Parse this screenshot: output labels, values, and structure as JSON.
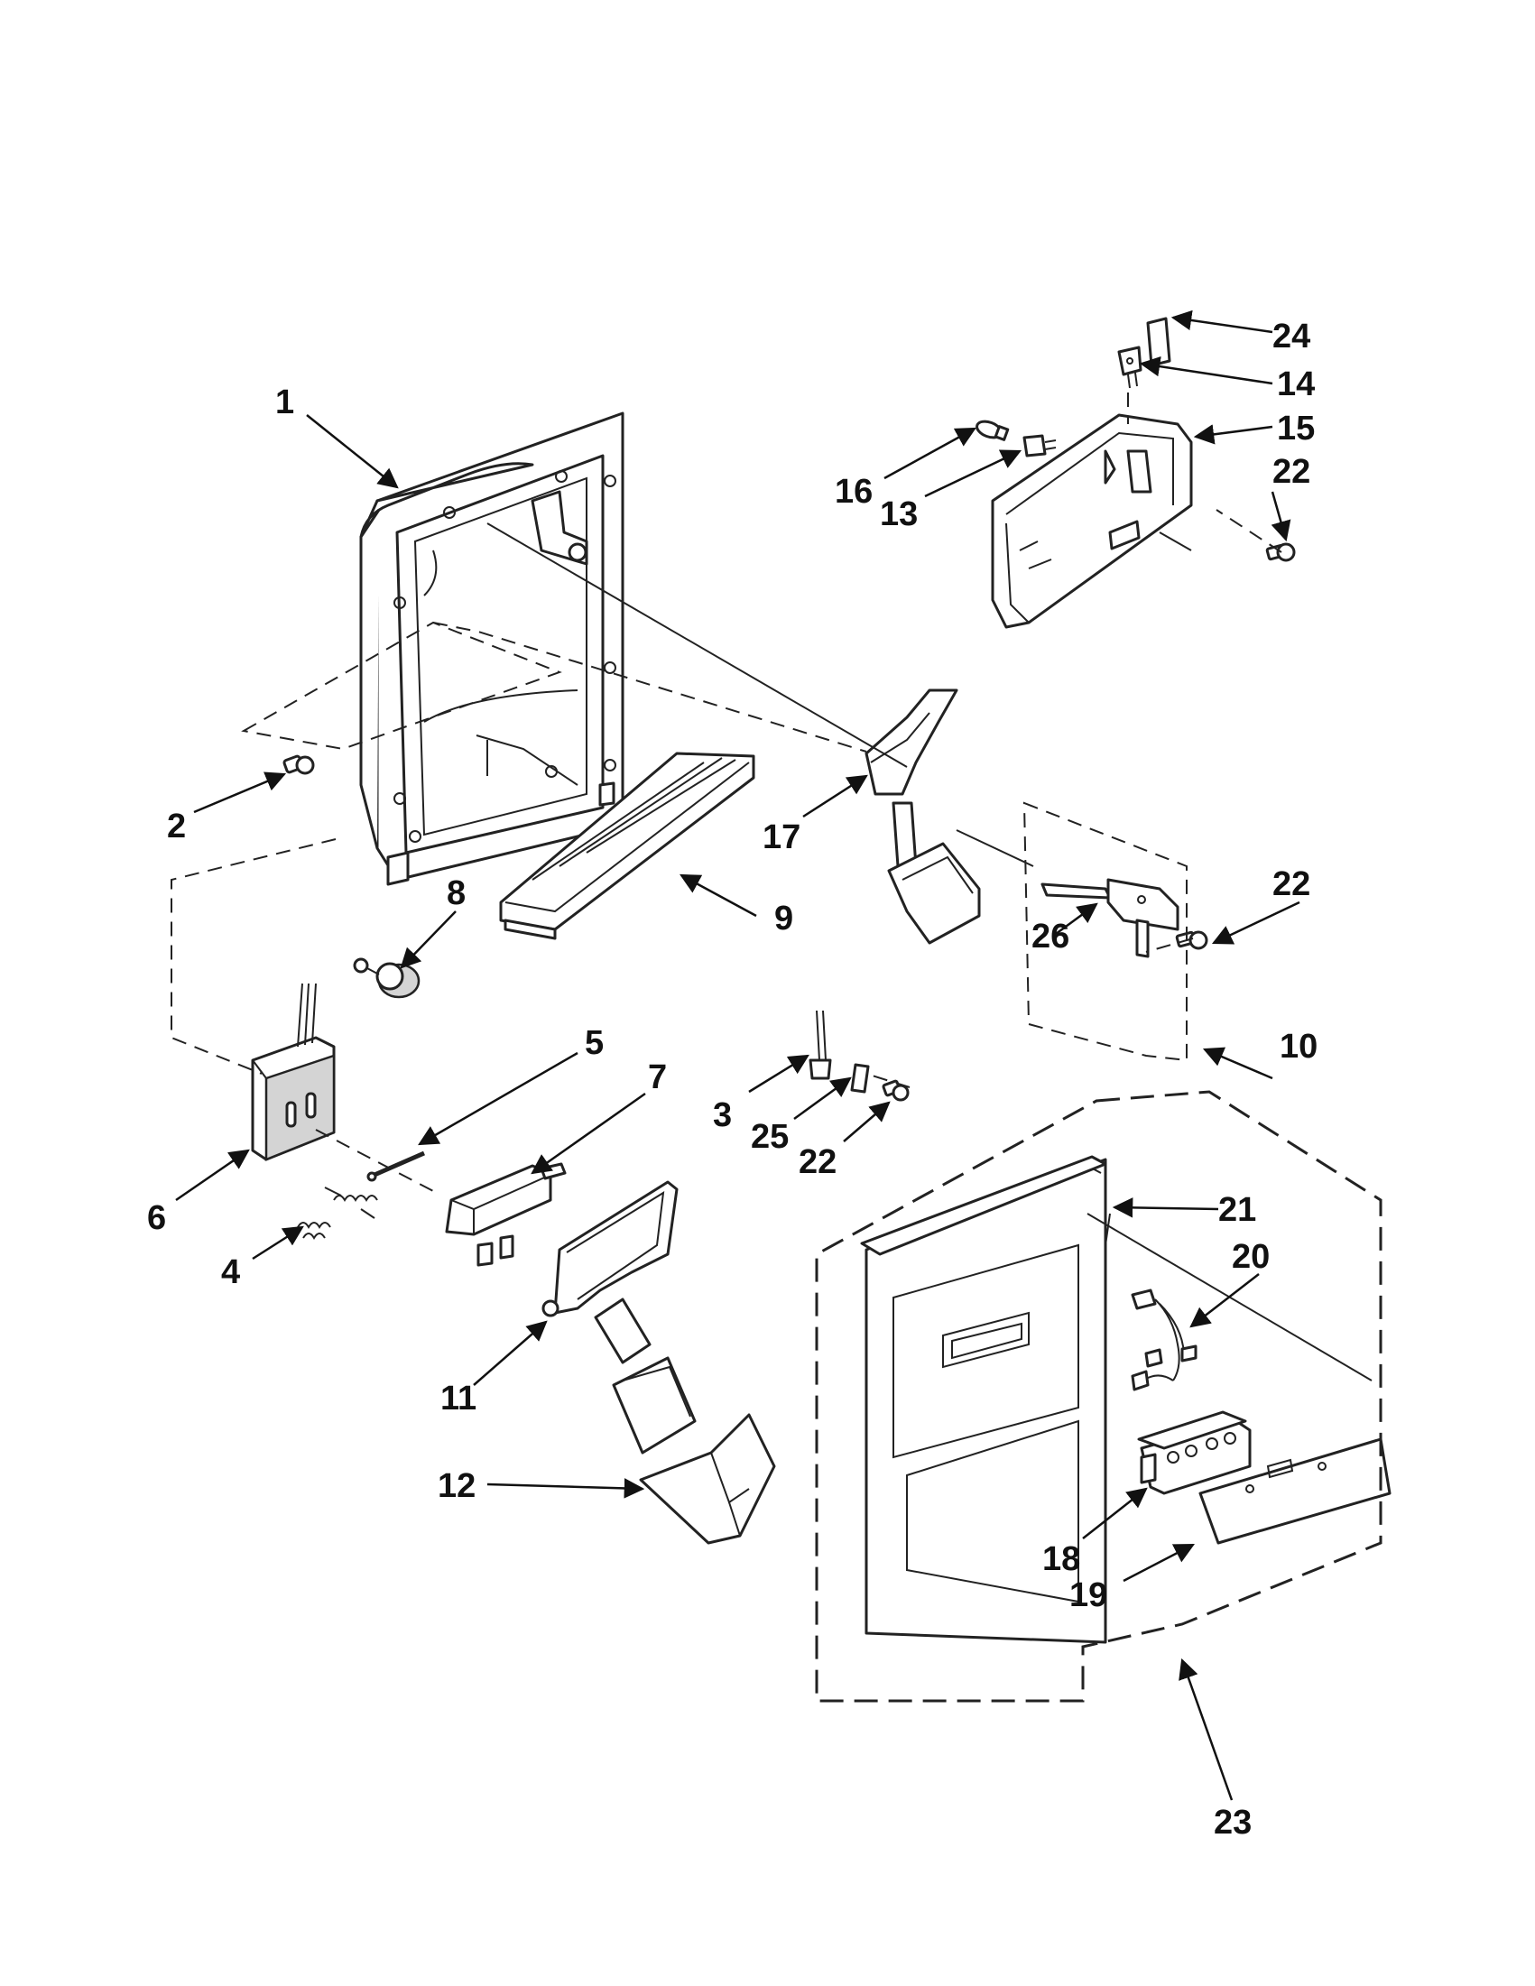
{
  "diagram": {
    "callouts": [
      {
        "id": "1",
        "label": "1"
      },
      {
        "id": "2",
        "label": "2"
      },
      {
        "id": "3",
        "label": "3"
      },
      {
        "id": "4",
        "label": "4"
      },
      {
        "id": "5",
        "label": "5"
      },
      {
        "id": "6",
        "label": "6"
      },
      {
        "id": "7",
        "label": "7"
      },
      {
        "id": "8",
        "label": "8"
      },
      {
        "id": "9",
        "label": "9"
      },
      {
        "id": "10",
        "label": "10"
      },
      {
        "id": "11",
        "label": "11"
      },
      {
        "id": "12",
        "label": "12"
      },
      {
        "id": "13",
        "label": "13"
      },
      {
        "id": "14",
        "label": "14"
      },
      {
        "id": "15",
        "label": "15"
      },
      {
        "id": "16",
        "label": "16"
      },
      {
        "id": "17",
        "label": "17"
      },
      {
        "id": "18",
        "label": "18"
      },
      {
        "id": "19",
        "label": "19"
      },
      {
        "id": "20",
        "label": "20"
      },
      {
        "id": "21",
        "label": "21"
      },
      {
        "id": "22a",
        "label": "22"
      },
      {
        "id": "22b",
        "label": "22"
      },
      {
        "id": "22c",
        "label": "22"
      },
      {
        "id": "23",
        "label": "23"
      },
      {
        "id": "24",
        "label": "24"
      },
      {
        "id": "25",
        "label": "25"
      },
      {
        "id": "26",
        "label": "26"
      }
    ]
  }
}
